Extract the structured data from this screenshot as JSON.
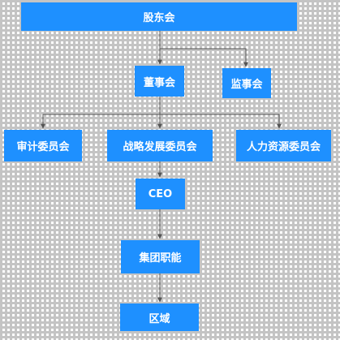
{
  "diagram": {
    "nodes": [
      {
        "id": "shareholders",
        "label": "股东会"
      },
      {
        "id": "board",
        "label": "董事会"
      },
      {
        "id": "supervisors",
        "label": "监事会"
      },
      {
        "id": "audit",
        "label": "审计委员会"
      },
      {
        "id": "strategy",
        "label": "战略发展委员会"
      },
      {
        "id": "hr",
        "label": "人力资源委员会"
      },
      {
        "id": "ceo",
        "label": "CEO"
      },
      {
        "id": "group",
        "label": "集团职能"
      },
      {
        "id": "region",
        "label": "区域"
      }
    ],
    "edges": [
      {
        "from": "shareholders",
        "to": "board"
      },
      {
        "from": "shareholders",
        "to": "supervisors"
      },
      {
        "from": "board",
        "to": "audit"
      },
      {
        "from": "board",
        "to": "strategy"
      },
      {
        "from": "board",
        "to": "hr"
      },
      {
        "from": "strategy",
        "to": "ceo"
      },
      {
        "from": "ceo",
        "to": "group"
      },
      {
        "from": "group",
        "to": "region"
      }
    ],
    "colors": {
      "node_fill": "#1e90ff",
      "node_text": "#ffffff",
      "edge": "#555555"
    }
  }
}
